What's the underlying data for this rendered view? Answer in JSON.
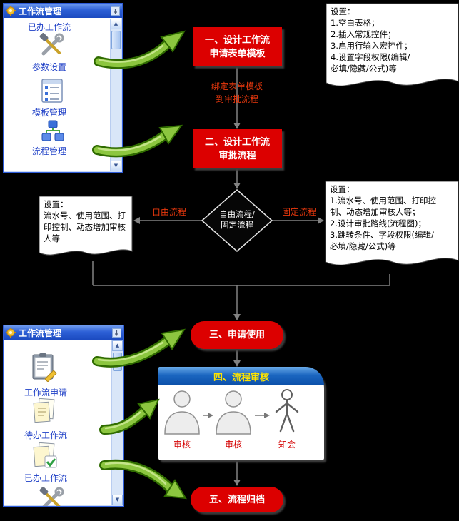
{
  "colors": {
    "step_box_red": "#dc0000",
    "edge_label_red": "#e8380d",
    "arrow_green": "#8cc63f",
    "panel_header_blue": "#2d60d6",
    "review_header_blue": "#1b66c0",
    "review_header_text": "#ffe400"
  },
  "panel_top": {
    "title": "工作流管理",
    "partial_item": "已办工作流",
    "items": [
      {
        "label": "参数设置",
        "icon": "tools-icon"
      },
      {
        "label": "模板管理",
        "icon": "form-icon"
      },
      {
        "label": "流程管理",
        "icon": "flowchart-icon"
      }
    ]
  },
  "panel_bottom": {
    "title": "工作流管理",
    "items": [
      {
        "label": "工作流申请",
        "icon": "clipboard-icon"
      },
      {
        "label": "待办工作流",
        "icon": "documents-icon"
      },
      {
        "label": "已办工作流",
        "icon": "documents-check-icon"
      }
    ]
  },
  "flow": {
    "step1": "一、设计工作流\n申请表单模板",
    "bind_label": "绑定表单模板\n到审批流程",
    "step2": "二、设计工作流\n审批流程",
    "decision": "自由流程/\n固定流程",
    "free_label": "自由流程",
    "fixed_label": "固定流程",
    "step3": "三、申请使用",
    "step4_title": "四、流程审核",
    "step4_roles": [
      "审核",
      "审核",
      "知会"
    ],
    "step5": "五、流程归档"
  },
  "notes": {
    "template_note": "设置：\n1.空白表格；\n2.插入常规控件；\n3.启用行输入宏控件；\n4.设置字段权限(编辑/\n必填/隐藏/公式)等",
    "free_note": "设置：\n流水号、使用范围、打\n印控制、动态增加审核\n人等",
    "fixed_note": "设置：\n1.流水号、使用范围、打印控\n制、动态增加审核人等；\n2.设计审批路线(流程图)；\n3.跳转条件、字段权限(编辑/\n必填/隐藏/公式)等"
  }
}
